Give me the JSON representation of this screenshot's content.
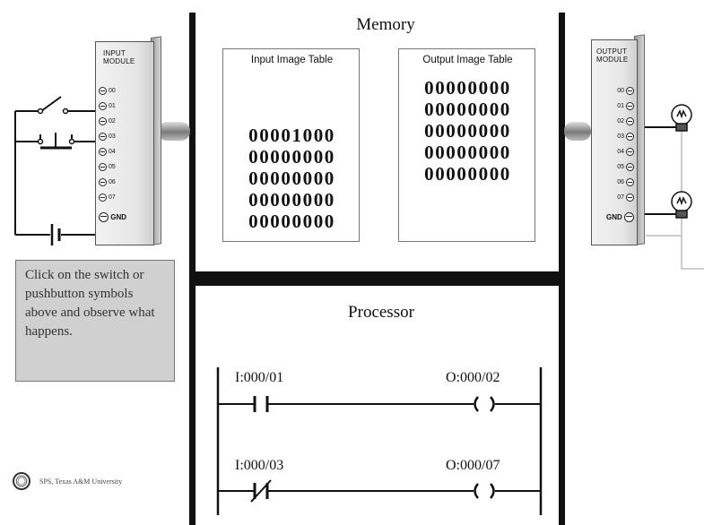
{
  "memory": {
    "title": "Memory",
    "input_table": {
      "title": "Input Image Table",
      "rows": [
        "00001000",
        "00000000",
        "00000000",
        "00000000",
        "00000000"
      ]
    },
    "output_table": {
      "title": "Output Image Table",
      "rows": [
        "00000000",
        "00000000",
        "00000000",
        "00000000",
        "00000000"
      ]
    }
  },
  "processor": {
    "title": "Processor",
    "rungs": [
      {
        "input_address": "I:000/01",
        "output_address": "O:000/02",
        "contact": "normally-open"
      },
      {
        "input_address": "I:000/03",
        "output_address": "O:000/07",
        "contact": "normally-closed"
      }
    ]
  },
  "input_module": {
    "title_line1": "INPUT",
    "title_line2": "MODULE",
    "terminals": [
      "00",
      "01",
      "02",
      "03",
      "04",
      "05",
      "06",
      "07"
    ],
    "gnd_label": "GND"
  },
  "output_module": {
    "title_line1": "OUTPUT",
    "title_line2": "MODULE",
    "terminals": [
      "00",
      "01",
      "02",
      "03",
      "04",
      "05",
      "06",
      "07"
    ],
    "gnd_label": "GND"
  },
  "instructions": "Click on the switch or pushbutton symbols above and observe what happens.",
  "credit": "SPS, Texas A&M University",
  "colors": {
    "info_bg": "#d0d0d0",
    "bus": "#111111"
  }
}
